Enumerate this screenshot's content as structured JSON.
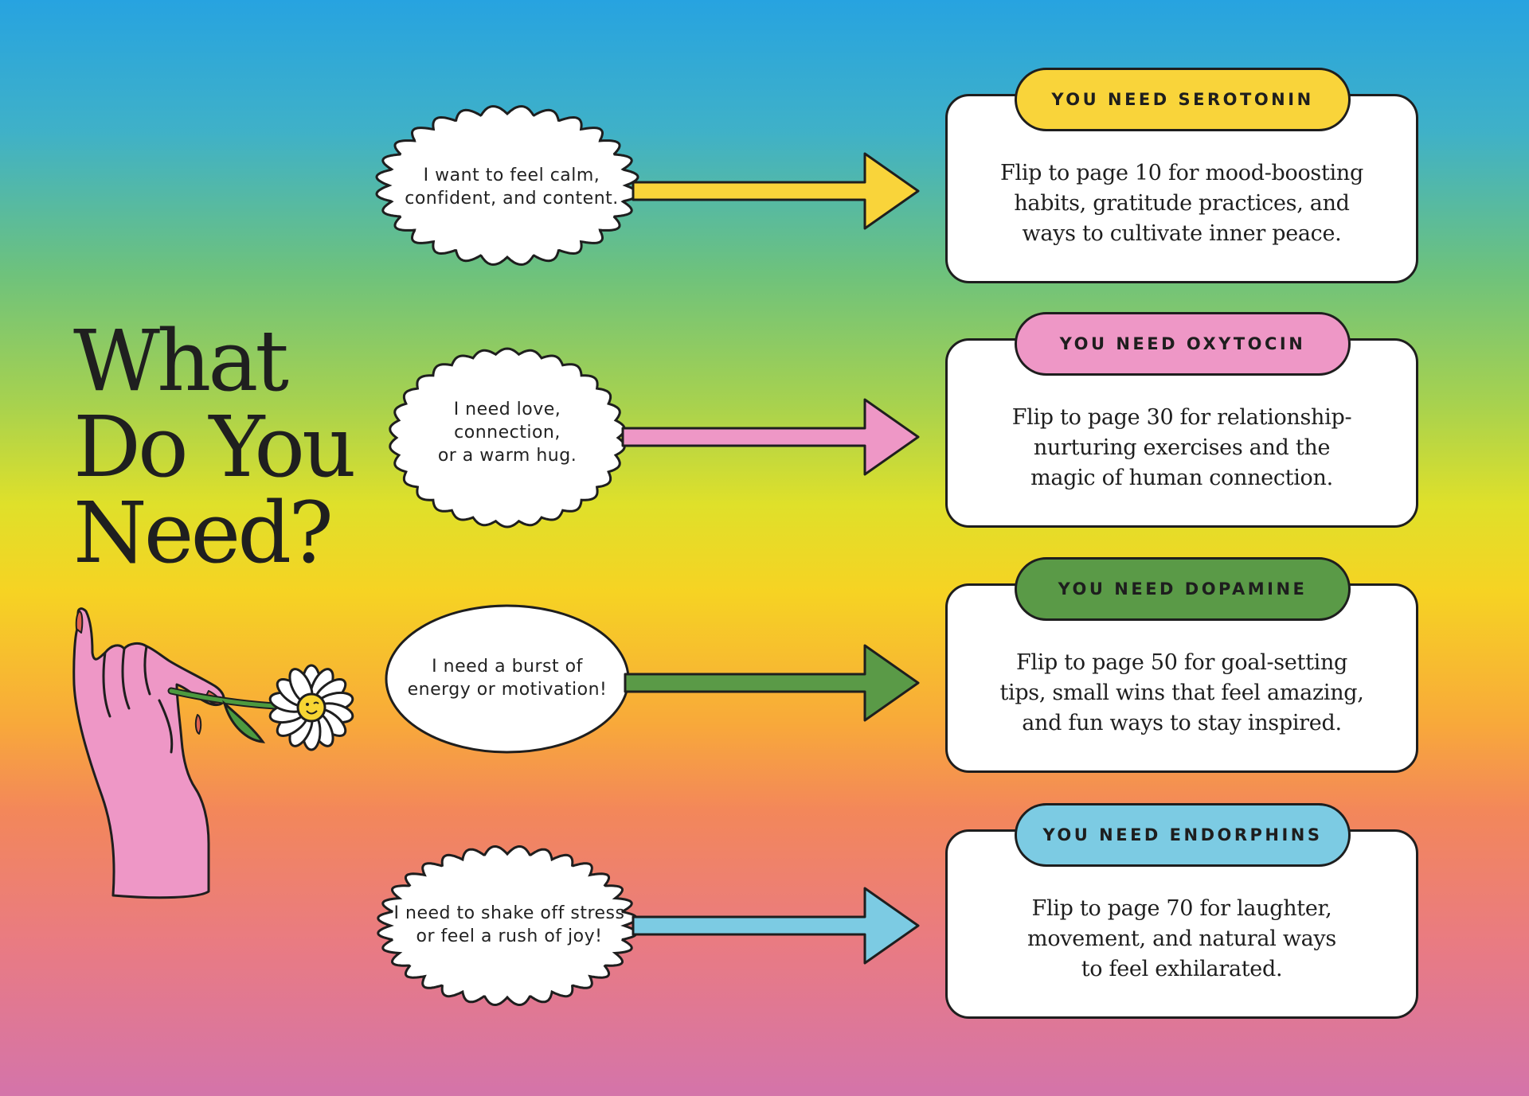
{
  "title": [
    "What",
    "Do You",
    "Need?"
  ],
  "colors": {
    "serotonin": "#f9d43a",
    "oxytocin": "#ee97c6",
    "dopamine": "#5a9a47",
    "endorphins": "#7ccbe3",
    "outline": "#1e1e1e"
  },
  "icons": [
    "hand-illustration",
    "daisy-flower-icon"
  ],
  "rows": [
    {
      "need": [
        "I want to feel calm,",
        "confident, and content."
      ],
      "hormone": "YOU NEED SEROTONIN",
      "description": [
        "Flip to page 10 for mood-boosting",
        "habits, gratitude practices, and",
        "ways to cultivate inner peace."
      ]
    },
    {
      "need": [
        "I need love,",
        "connection,",
        "or a warm hug."
      ],
      "hormone": "YOU NEED OXYTOCIN",
      "description": [
        "Flip to page 30 for relationship-",
        "nurturing exercises and the",
        "magic of human connection."
      ]
    },
    {
      "need": [
        "I need a burst of",
        "energy or motivation!"
      ],
      "hormone": "YOU NEED DOPAMINE",
      "description": [
        "Flip to page 50 for goal-setting",
        "tips, small wins that feel amazing,",
        "and fun ways to stay inspired."
      ]
    },
    {
      "need": [
        "I need to shake off stress",
        "or feel a rush of joy!"
      ],
      "hormone": "YOU NEED ENDORPHINS",
      "description": [
        "Flip to page 70 for laughter,",
        "movement, and natural ways",
        "to feel exhilarated."
      ]
    }
  ]
}
